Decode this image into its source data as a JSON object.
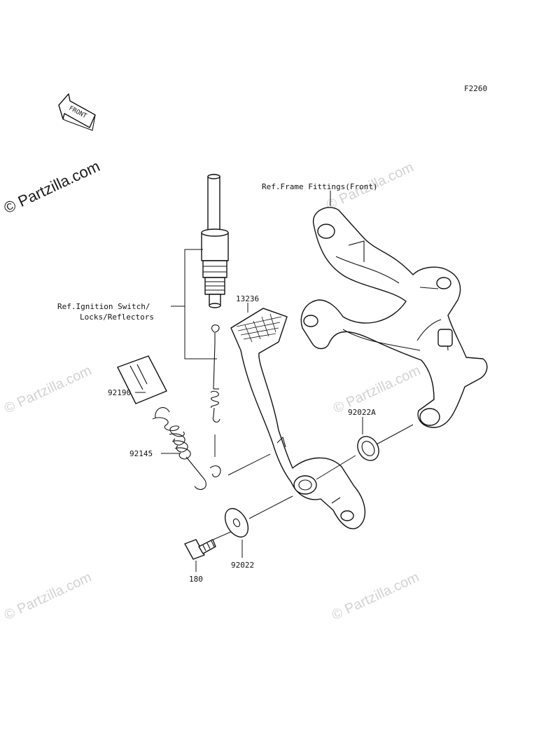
{
  "diagram_code": "F2260",
  "front_arrow_label": "FRONT",
  "watermark_main": "© Partzilla.com",
  "watermark_faint": "© Partzilla.com",
  "labels": {
    "ref_frame": "Ref.Frame Fittings(Front)",
    "ref_ignition_line1": "Ref.Ignition Switch/",
    "ref_ignition_line2": "Locks/Reflectors",
    "p13236": "13236",
    "p92190": "92190",
    "p92145": "92145",
    "p92022A": "92022A",
    "p92022": "92022",
    "p180": "180"
  }
}
